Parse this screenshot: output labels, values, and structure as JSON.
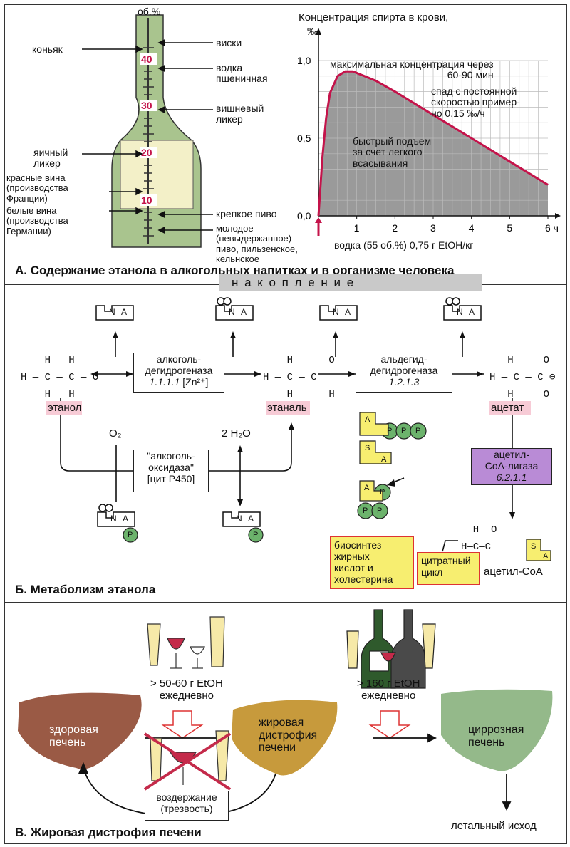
{
  "panelA": {
    "bottle": {
      "unit_label": "об.%",
      "scale_labels": [
        "40",
        "30",
        "20",
        "10"
      ],
      "left_labels": [
        "коньяк",
        "яичный\nликер",
        "красные вина\n(производства\nФранции)",
        "белые вина\n(производства\nГермании)"
      ],
      "right_labels": [
        "виски",
        "водка\nпшеничная",
        "вишневый\nликер",
        "крепкое пиво",
        "молодое\n(невыдержанное)\nпиво, пильзенское,\nкельнское"
      ]
    },
    "caption": "A. Содержание этанола в алкогольных напитках и в организме человека"
  },
  "chart_data": {
    "type": "line",
    "title": "Концентрация спирта в крови,",
    "ylabel": "‰",
    "xlabel": "водка (55 об.%) 0,75 г EtOH/кг",
    "x_ticks": [
      "1",
      "2",
      "3",
      "4",
      "5",
      "6 ч"
    ],
    "y_ticks": [
      "0,0",
      "0,5",
      "1,0"
    ],
    "xlim": [
      0,
      6
    ],
    "ylim": [
      0,
      1.0
    ],
    "series": [
      {
        "x": [
          0,
          0.1,
          0.2,
          0.3,
          0.5,
          0.7,
          0.9,
          1.0,
          1.5,
          2,
          3,
          4,
          5,
          6
        ],
        "values": [
          0,
          0.37,
          0.63,
          0.79,
          0.9,
          0.93,
          0.93,
          0.92,
          0.87,
          0.8,
          0.65,
          0.5,
          0.35,
          0.2
        ]
      }
    ],
    "annotations": [
      "максимальная концентрация через\n60-90 мин",
      "спад с постоянной\nскоростью пример-\nно 0,15 ‰/ч",
      "быстрый подъем\nза счет легкого\nвсасывания"
    ],
    "line_color": "#c4134a",
    "grid": true
  },
  "panelB": {
    "banner": "н а к о п л е н и е",
    "enzyme1": "алкоголь-\nдегидрогеназа",
    "enzyme1_ec": "1.1.1.1",
    "enzyme1_cof": "[Zn²⁺]",
    "enzyme2": "альдегид-\nдегидрогеназа",
    "enzyme2_ec": "1.2.1.3",
    "enzyme3": "\"алкоголь-\nоксидаза\"\n[цит P450]",
    "enzyme4": "ацетил-\nCoA-лигаза",
    "enzyme4_ec": "6.2.1.1",
    "o2": "O₂",
    "h2o": "2 H₂O",
    "compounds": [
      "этанол",
      "этаналь",
      "ацетат",
      "ацетил-CoA"
    ],
    "biosynthesis": "биосинтез\nжирных\nкислот и\nхолестерина",
    "citrate": "цитратный\nцикл",
    "caption": "Б. Метаболизм этанола",
    "nad_letters": [
      "N",
      "A"
    ],
    "coa_letters": [
      "S",
      "A"
    ],
    "p_letter": "P",
    "colors": {
      "pink": "#f7cbd6",
      "purple": "#b98bd6",
      "yellow": "#f7ee70",
      "green": "#6cb36c"
    }
  },
  "panelC": {
    "dose1": "> 50-60 г EtOH\nежедневно",
    "dose2": "> 160 г EtOH\nежедневно",
    "healthy": "здоровая\nпечень",
    "fatty": "жировая\nдистрофия\nпечени",
    "cirrhosis": "циррозная\nпечень",
    "abstinence": "воздержание\n(трезвость)",
    "lethal": "летальный исход",
    "caption": "В. Жировая дистрофия печени",
    "colors": {
      "healthy": "#9a5a45",
      "fatty": "#c79a3c",
      "cirrhosis": "#94b98a"
    }
  }
}
